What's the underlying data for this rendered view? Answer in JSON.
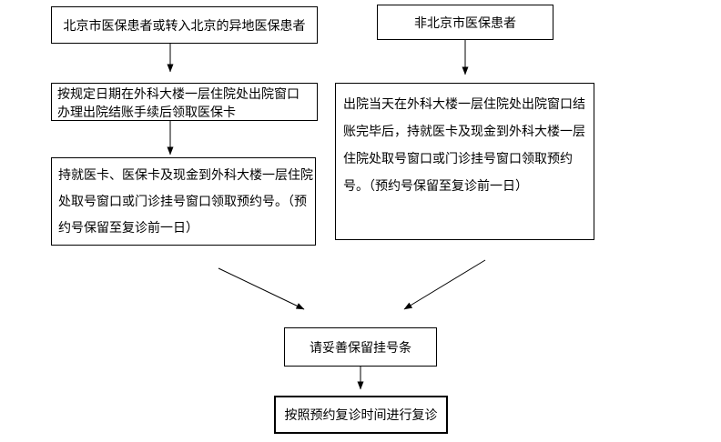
{
  "colors": {
    "background": "#ffffff",
    "border": "#000000",
    "text": "#000000"
  },
  "flowchart": {
    "left_branch": {
      "start": "北京市医保患者或转入北京的异地医保患者",
      "step1_lines": [
        "按规定日期在外科大楼一层住院处出院窗口",
        "办理出院结账手续后领取医保卡"
      ],
      "step2_lines": [
        "持就医卡、医保卡及现金到外科大楼一层住院",
        "处取号窗口或门诊挂号窗口领取预约号。（预",
        "约号保留至复诊前一日）"
      ]
    },
    "right_branch": {
      "start": "非北京市医保患者",
      "step1_lines": [
        "出院当天在外科大楼一层住院处出院窗口结",
        "账完毕后，持就医卡及现金到外科大楼一层",
        "住院处取号窗口或门诊挂号窗口领取预约",
        "号。（预约号保留至复诊前一日）"
      ]
    },
    "merged": {
      "keep_slip": "请妥善保留挂号条",
      "final_step": "按照预约复诊时间进行复诊"
    }
  }
}
